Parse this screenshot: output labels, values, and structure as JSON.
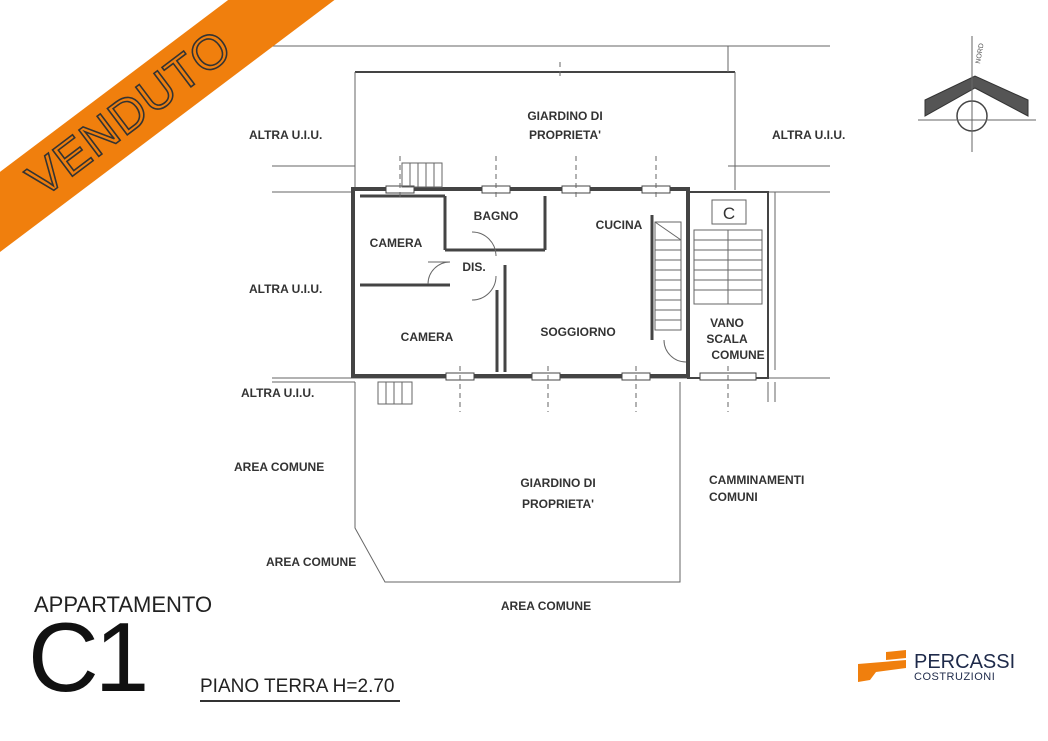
{
  "ribbon": {
    "text": "VENDUTO",
    "color": "#f07f0d"
  },
  "plan": {
    "labels": {
      "garden_top": [
        "GIARDINO DI",
        "PROPRIETA'"
      ],
      "altra_uiu_top_left": "ALTRA U.I.U.",
      "altra_uiu_top_right": "ALTRA U.I.U.",
      "altra_uiu_mid_left": "ALTRA U.I.U.",
      "altra_uiu_bottom_left": "ALTRA U.I.U.",
      "bagno": "BAGNO",
      "cucina": "CUCINA",
      "stair_code": "C",
      "camera_1": "CAMERA",
      "dis": "DIS.",
      "camera_2": "CAMERA",
      "soggiorno": "SOGGIORNO",
      "vano_scala": [
        "VANO",
        "SCALA",
        "COMUNE"
      ],
      "area_comune_1": "AREA COMUNE",
      "garden_bottom": [
        "GIARDINO DI",
        "PROPRIETA'"
      ],
      "camminamenti": [
        "CAMMINAMENTI",
        "COMUNI"
      ],
      "area_comune_2": "AREA COMUNE",
      "area_comune_3": "AREA COMUNE"
    },
    "compass": {
      "label": "NORD"
    }
  },
  "apartment": {
    "title": "APPARTAMENTO",
    "code": "C1"
  },
  "floor_label": "PIANO TERRA  H=2.70",
  "logo": {
    "line1": "PERCASSI",
    "line2": "COSTRUZIONI",
    "color": "#f07f0d"
  }
}
